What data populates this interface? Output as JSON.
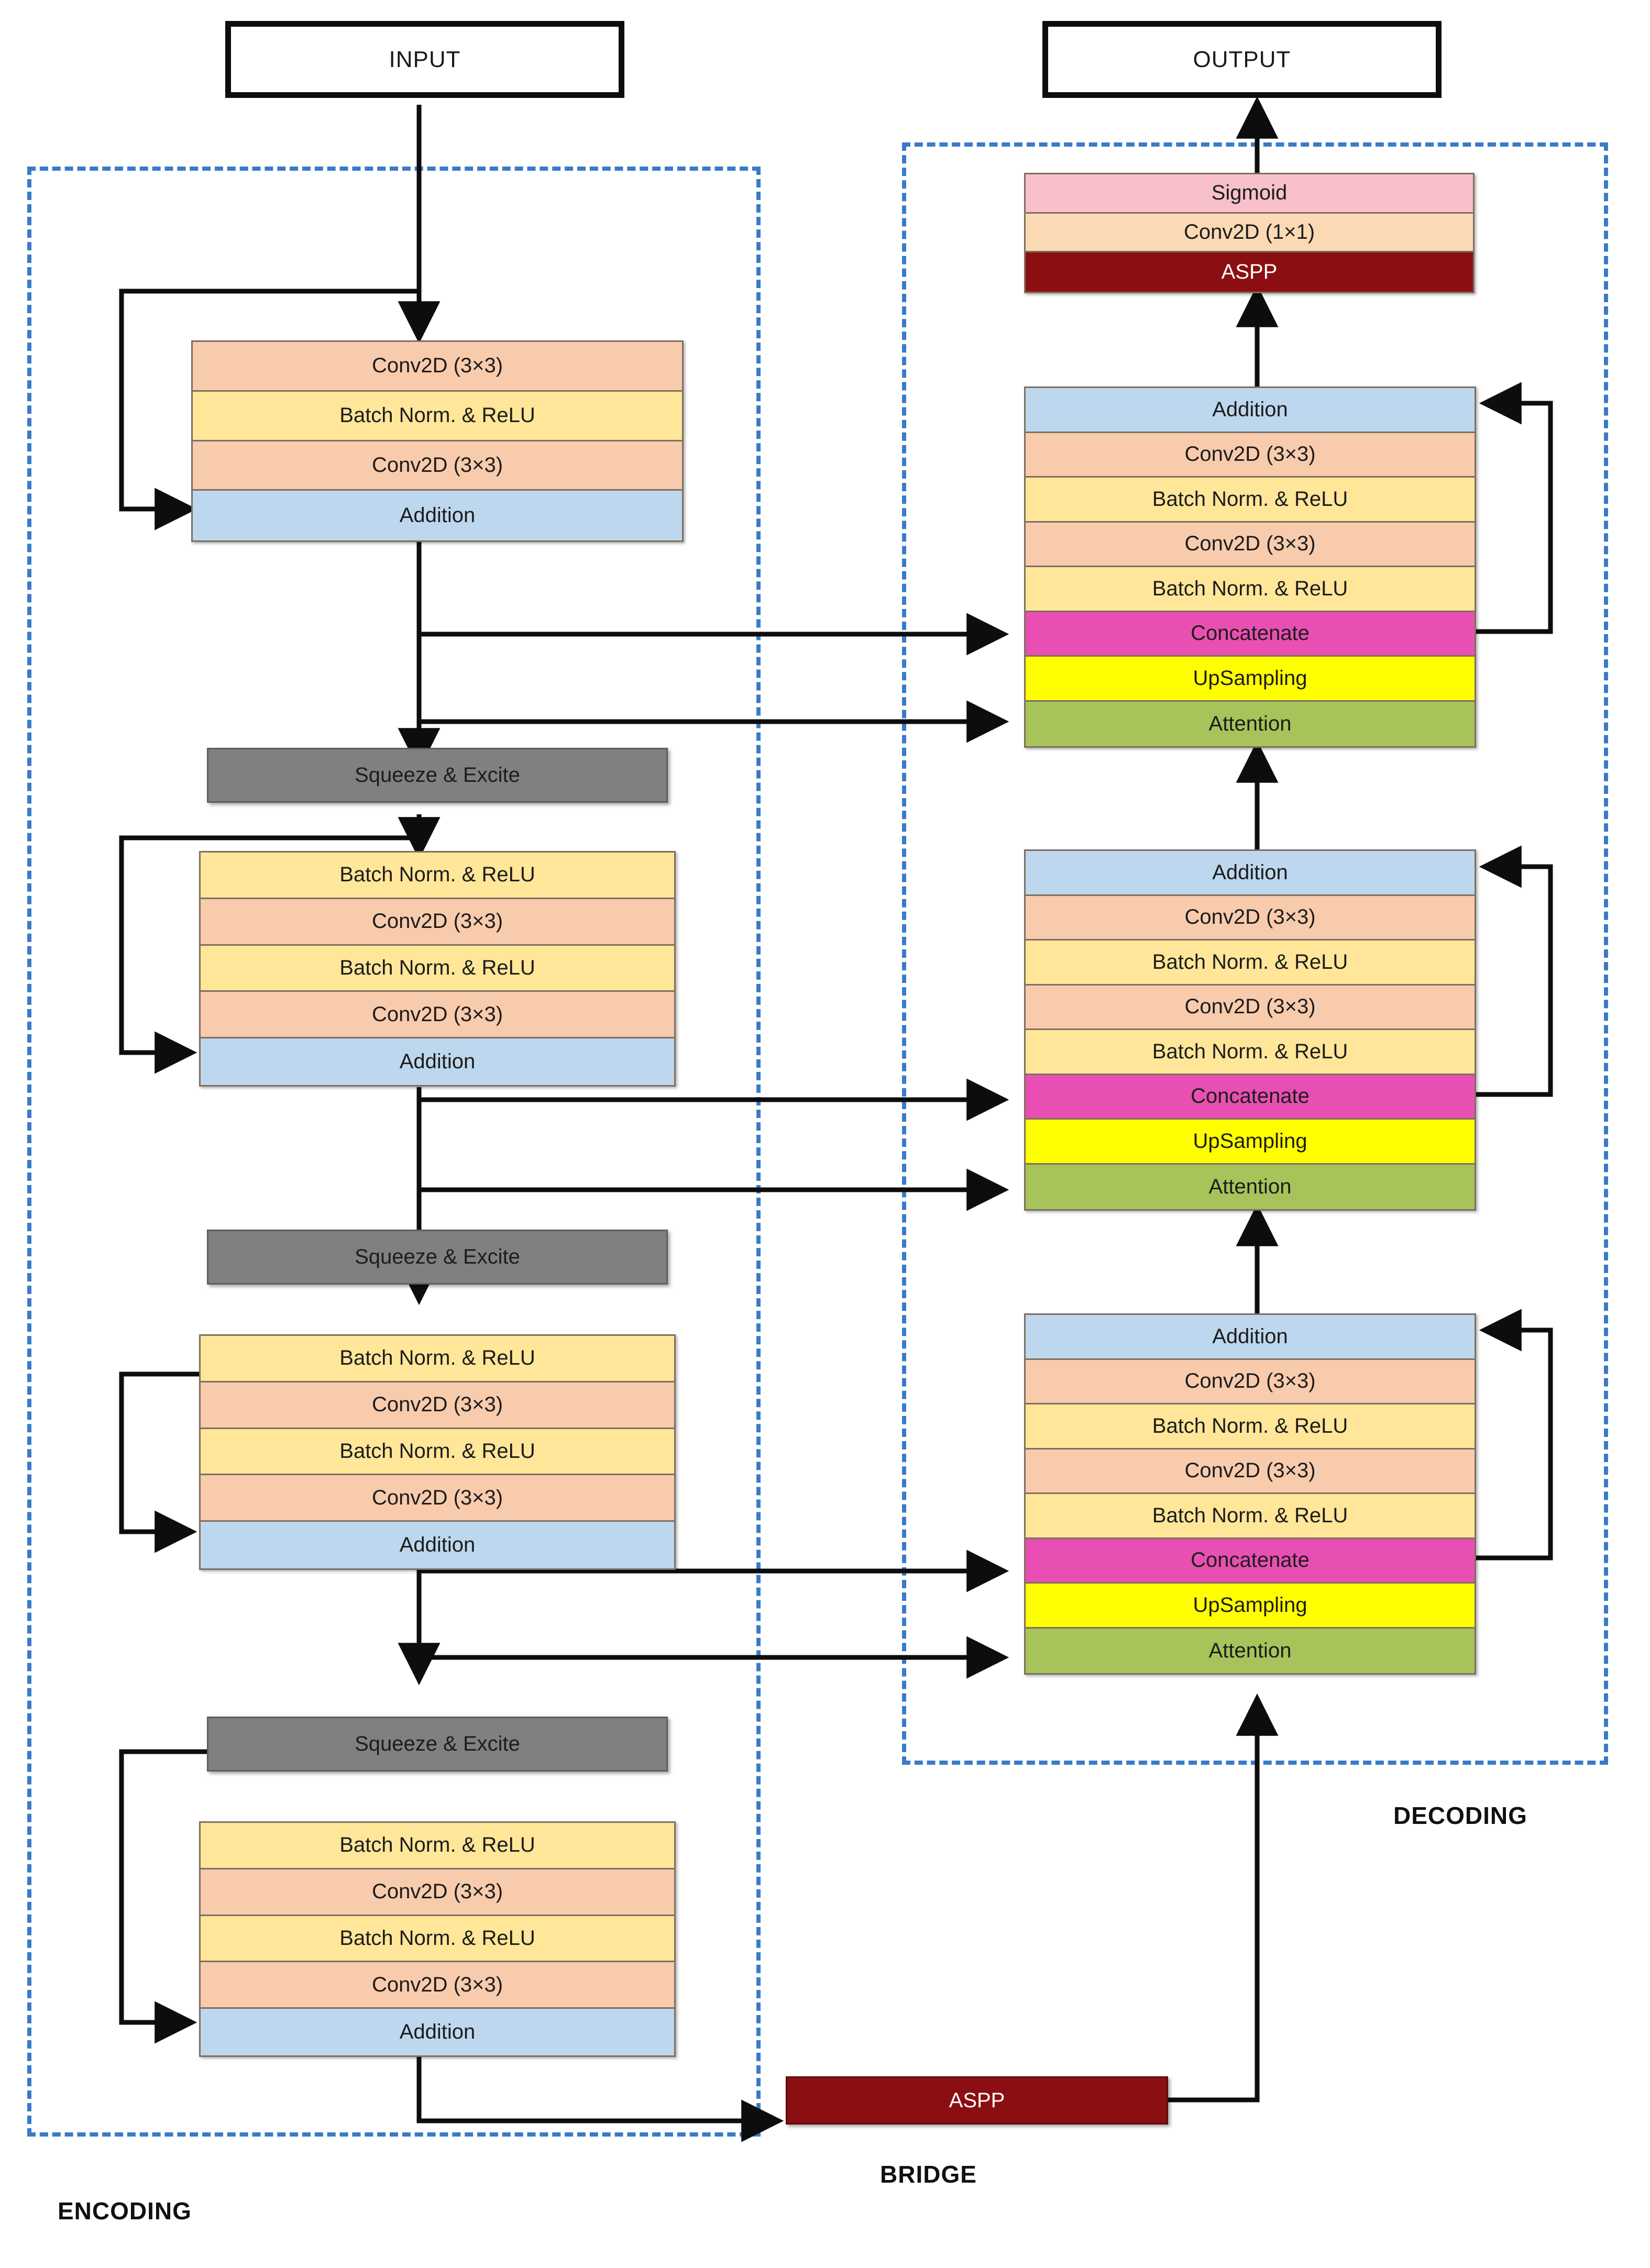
{
  "diagram": {
    "title_io": {
      "input_label": "INPUT",
      "output_label": "OUTPUT"
    },
    "region_labels": {
      "encoding": "ENCODING",
      "bridge": "BRIDGE",
      "decoding": "DECODING"
    },
    "layer_text": {
      "conv3": "Conv2D (3×3)",
      "conv1": "Conv2D (1×1)",
      "bn_relu": "Batch Norm. &  ReLU",
      "bn_relu_dec": "Batch Norm. & ReLU",
      "addition": "Addition",
      "concatenate": "Concatenate",
      "upsampling": "UpSampling",
      "attention": "Attention",
      "sigmoid": "Sigmoid",
      "aspp": "ASPP",
      "squeeze_excite": "Squeeze & Excite"
    },
    "colors": {
      "conv": "#F8CBAD",
      "batchnorm": "#FFE699",
      "addition": "#BDD7EE",
      "concatenate": "#E94FB2",
      "upsampling": "#FFFF00",
      "attention": "#A6C45A",
      "sigmoid": "#F8C0CB",
      "aspp": "#8B0F12",
      "squeeze_excite": "#808080",
      "region_dash": "#3A7BC8",
      "wire": "#0D0D0D"
    },
    "encoder_blocks": [
      {
        "name": "encoder-block-1",
        "layers": [
          {
            "label": "Conv2D (3×3)",
            "kind": "conv"
          },
          {
            "label": "Batch Norm. &  ReLU",
            "kind": "batchnorm"
          },
          {
            "label": "Conv2D (3×3)",
            "kind": "conv"
          },
          {
            "label": "Addition",
            "kind": "addition"
          }
        ]
      },
      {
        "name": "encoder-block-2",
        "layers": [
          {
            "label": "Batch Norm. &  ReLU",
            "kind": "batchnorm"
          },
          {
            "label": "Conv2D (3×3)",
            "kind": "conv"
          },
          {
            "label": "Batch Norm. &  ReLU",
            "kind": "batchnorm"
          },
          {
            "label": "Conv2D (3×3)",
            "kind": "conv"
          },
          {
            "label": "Addition",
            "kind": "addition"
          }
        ]
      },
      {
        "name": "encoder-block-3",
        "layers": [
          {
            "label": "Batch Norm. &  ReLU",
            "kind": "batchnorm"
          },
          {
            "label": "Conv2D (3×3)",
            "kind": "conv"
          },
          {
            "label": "Batch Norm. &  ReLU",
            "kind": "batchnorm"
          },
          {
            "label": "Conv2D (3×3)",
            "kind": "conv"
          },
          {
            "label": "Addition",
            "kind": "addition"
          }
        ]
      },
      {
        "name": "encoder-block-4",
        "layers": [
          {
            "label": "Batch Norm. &  ReLU",
            "kind": "batchnorm"
          },
          {
            "label": "Conv2D (3×3)",
            "kind": "conv"
          },
          {
            "label": "Batch Norm. &  ReLU",
            "kind": "batchnorm"
          },
          {
            "label": "Conv2D (3×3)",
            "kind": "conv"
          },
          {
            "label": "Addition",
            "kind": "addition"
          }
        ]
      }
    ],
    "squeeze_excite_blocks": [
      {
        "label": "Squeeze & Excite"
      },
      {
        "label": "Squeeze & Excite"
      },
      {
        "label": "Squeeze & Excite"
      }
    ],
    "bridge": {
      "label": "ASPP"
    },
    "head_block": {
      "name": "output-head",
      "layers": [
        {
          "label": "Sigmoid",
          "kind": "sigmoid"
        },
        {
          "label": "Conv2D (1×1)",
          "kind": "conv1"
        },
        {
          "label": "ASPP",
          "kind": "aspp"
        }
      ]
    },
    "decoder_blocks": [
      {
        "name": "decoder-block-1",
        "layers": [
          {
            "label": "Addition",
            "kind": "addition"
          },
          {
            "label": "Conv2D (3×3)",
            "kind": "conv"
          },
          {
            "label": "Batch Norm. & ReLU",
            "kind": "batchnorm"
          },
          {
            "label": "Conv2D (3×3)",
            "kind": "conv"
          },
          {
            "label": "Batch Norm. & ReLU",
            "kind": "batchnorm"
          },
          {
            "label": "Concatenate",
            "kind": "concatenate"
          },
          {
            "label": "UpSampling",
            "kind": "upsampling"
          },
          {
            "label": "Attention",
            "kind": "attention"
          }
        ]
      },
      {
        "name": "decoder-block-2",
        "layers": [
          {
            "label": "Addition",
            "kind": "addition"
          },
          {
            "label": "Conv2D (3×3)",
            "kind": "conv"
          },
          {
            "label": "Batch Norm. & ReLU",
            "kind": "batchnorm"
          },
          {
            "label": "Conv2D (3×3)",
            "kind": "conv"
          },
          {
            "label": "Batch Norm. & ReLU",
            "kind": "batchnorm"
          },
          {
            "label": "Concatenate",
            "kind": "concatenate"
          },
          {
            "label": "UpSampling",
            "kind": "upsampling"
          },
          {
            "label": "Attention",
            "kind": "attention"
          }
        ]
      },
      {
        "name": "decoder-block-3",
        "layers": [
          {
            "label": "Addition",
            "kind": "addition"
          },
          {
            "label": "Conv2D (3×3)",
            "kind": "conv"
          },
          {
            "label": "Batch Norm. & ReLU",
            "kind": "batchnorm"
          },
          {
            "label": "Conv2D (3×3)",
            "kind": "conv"
          },
          {
            "label": "Batch Norm. & ReLU",
            "kind": "batchnorm"
          },
          {
            "label": "Concatenate",
            "kind": "concatenate"
          },
          {
            "label": "UpSampling",
            "kind": "upsampling"
          },
          {
            "label": "Attention",
            "kind": "attention"
          }
        ]
      }
    ]
  }
}
